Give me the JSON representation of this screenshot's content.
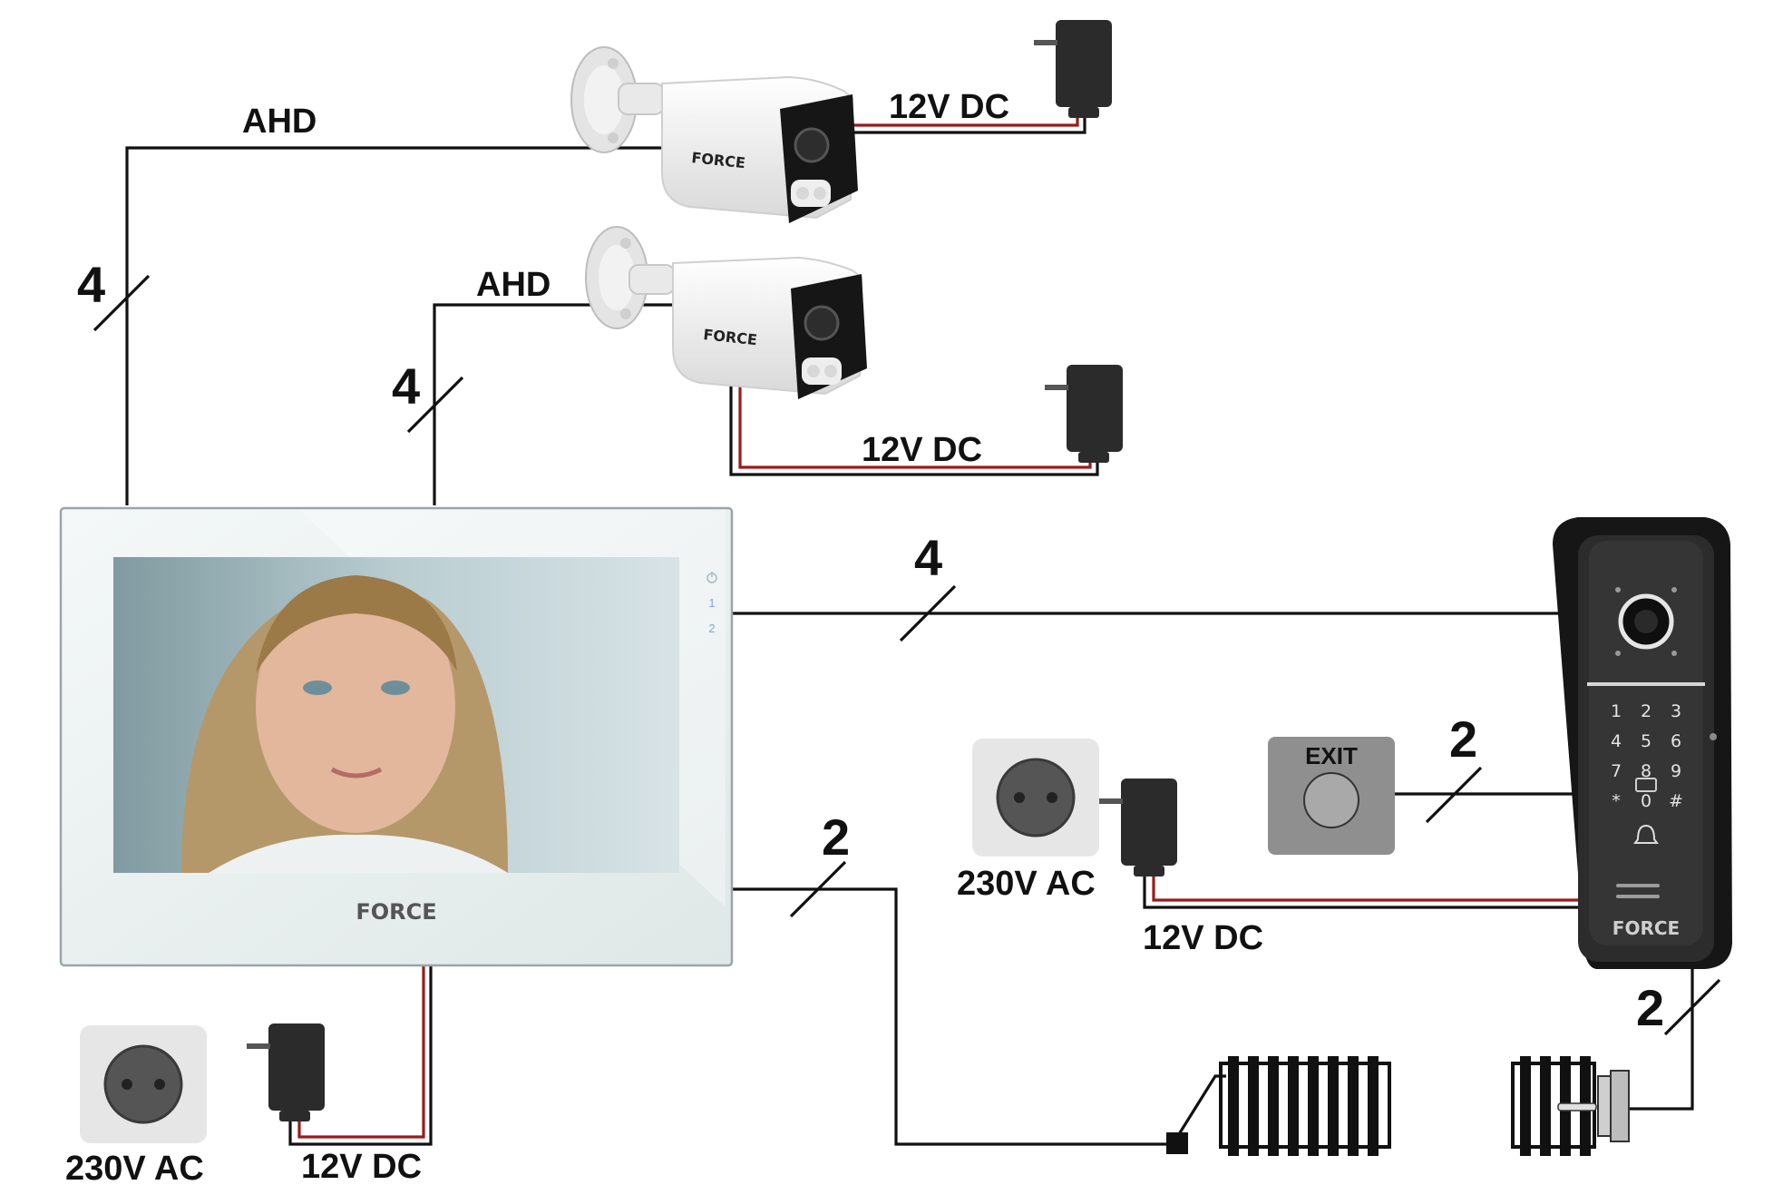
{
  "brand": "FORCE",
  "labels": {
    "ahd_top": "AHD",
    "ahd_mid": "AHD",
    "dc_cam1": "12V DC",
    "dc_cam2": "12V DC",
    "dc_station": "12V DC",
    "dc_monitor": "12V DC",
    "ac_station": "230V AC",
    "ac_monitor": "230V AC",
    "wires_cam1": "4",
    "wires_cam2": "4",
    "wires_station": "4",
    "wires_lock_monitor": "2",
    "wires_exit": "2",
    "wires_lock_station": "2",
    "exit": "EXIT"
  },
  "monitor_buttons": [
    "1",
    "2"
  ],
  "keypad": [
    "1",
    "2",
    "3",
    "4",
    "5",
    "6",
    "7",
    "8",
    "9",
    "*",
    "0",
    "#"
  ],
  "colors": {
    "wire": "#111111",
    "power_wire": "#9a1b1b",
    "device_dark": "#2b2b2b",
    "socket_bg": "#e6e6e6",
    "exit_bg": "#8f8f8f"
  },
  "icons": [
    "power-icon",
    "bell-icon",
    "card-icon"
  ]
}
